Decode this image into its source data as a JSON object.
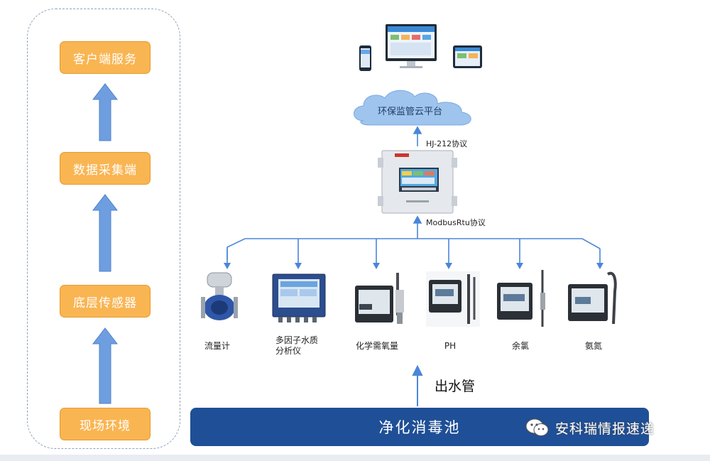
{
  "layers": [
    {
      "label": "客户端服务"
    },
    {
      "label": "数据采集端"
    },
    {
      "label": "底层传感器"
    },
    {
      "label": "现场环境"
    }
  ],
  "cloud": {
    "label": "环保监管云平台"
  },
  "protocols": {
    "upper": "HJ-212协议",
    "lower": "ModbusRtu协议"
  },
  "sensors": [
    {
      "label": "流量计",
      "icon": "flowmeter-icon"
    },
    {
      "label": "多因子水质\n分析仪",
      "icon": "water-analyzer-icon"
    },
    {
      "label": "化学需氧量",
      "icon": "cod-meter-icon"
    },
    {
      "label": "PH",
      "icon": "ph-meter-icon"
    },
    {
      "label": "余氯",
      "icon": "chlorine-meter-icon"
    },
    {
      "label": "氨氮",
      "icon": "ammonia-meter-icon"
    }
  ],
  "outlet": {
    "label": "出水管"
  },
  "pool": {
    "label": "净化消毒池"
  },
  "watermark": {
    "label": "安科瑞情报速递",
    "icon": "wechat-icon"
  },
  "colors": {
    "layer_fill": "#f9b552",
    "arrow_fill": "#6e9ee0",
    "connector": "#4a86d9",
    "pool_fill": "#1f4f96",
    "cloud_fill": "#9fc4ee"
  }
}
